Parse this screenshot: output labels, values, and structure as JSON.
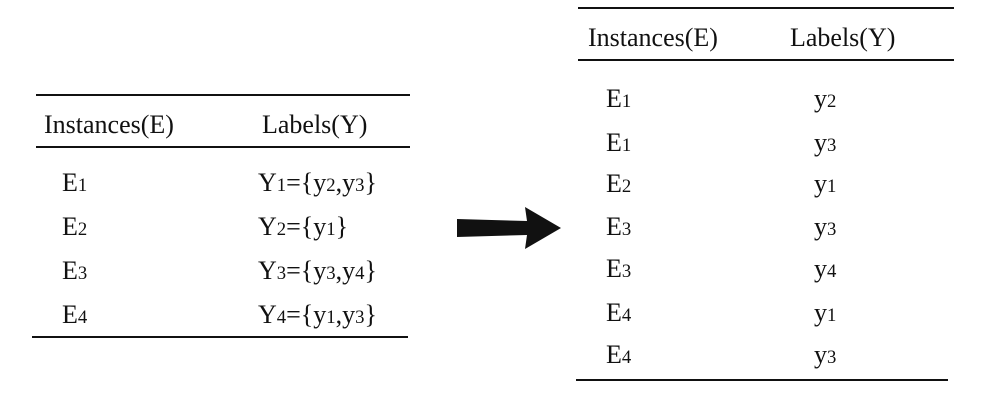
{
  "left_table": {
    "headers": [
      "Instances(E)",
      "Labels(Y)"
    ],
    "rows": [
      {
        "instance": {
          "base": "E",
          "sub": "1"
        },
        "label": [
          {
            "t": "Y"
          },
          {
            "s": "1"
          },
          {
            "t": "={y"
          },
          {
            "s": "2"
          },
          {
            "t": ",y"
          },
          {
            "s": "3"
          },
          {
            "t": "}"
          }
        ]
      },
      {
        "instance": {
          "base": "E",
          "sub": "2"
        },
        "label": [
          {
            "t": "Y"
          },
          {
            "s": "2"
          },
          {
            "t": "={y"
          },
          {
            "s": "1"
          },
          {
            "t": "}"
          }
        ]
      },
      {
        "instance": {
          "base": "E",
          "sub": "3"
        },
        "label": [
          {
            "t": "Y"
          },
          {
            "s": "3"
          },
          {
            "t": "={y"
          },
          {
            "s": "3"
          },
          {
            "t": ",y"
          },
          {
            "s": "4"
          },
          {
            "t": "}"
          }
        ]
      },
      {
        "instance": {
          "base": "E",
          "sub": "4"
        },
        "label": [
          {
            "t": "Y"
          },
          {
            "s": "4"
          },
          {
            "t": "={y"
          },
          {
            "s": "1"
          },
          {
            "t": ",y"
          },
          {
            "s": "3"
          },
          {
            "t": "}"
          }
        ]
      }
    ]
  },
  "right_table": {
    "headers": [
      "Instances(E)",
      "Labels(Y)"
    ],
    "rows": [
      {
        "instance": {
          "base": "E",
          "sub": "1"
        },
        "label": {
          "base": "y",
          "sub": "2"
        }
      },
      {
        "instance": {
          "base": "E",
          "sub": "1"
        },
        "label": {
          "base": "y",
          "sub": "3"
        }
      },
      {
        "instance": {
          "base": "E",
          "sub": "2"
        },
        "label": {
          "base": "y",
          "sub": "1"
        }
      },
      {
        "instance": {
          "base": "E",
          "sub": "3"
        },
        "label": {
          "base": "y",
          "sub": "3"
        }
      },
      {
        "instance": {
          "base": "E",
          "sub": "3"
        },
        "label": {
          "base": "y",
          "sub": "4"
        }
      },
      {
        "instance": {
          "base": "E",
          "sub": "4"
        },
        "label": {
          "base": "y",
          "sub": "1"
        }
      },
      {
        "instance": {
          "base": "E",
          "sub": "4"
        },
        "label": {
          "base": "y",
          "sub": "3"
        }
      }
    ]
  },
  "arrow": {
    "icon": "right-arrow-icon",
    "color": "#111111"
  }
}
